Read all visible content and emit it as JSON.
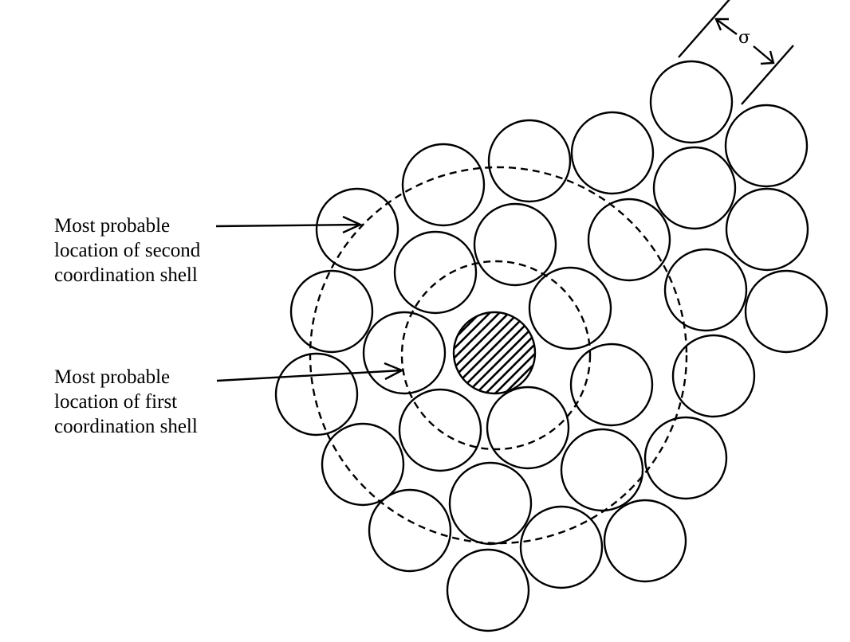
{
  "labels": {
    "second_shell": [
      "Most probable",
      "location of second",
      "coordination shell"
    ],
    "first_shell": [
      "Most probable",
      "location of first",
      "coordination shell"
    ],
    "diameter_symbol": "σ"
  },
  "colors": {
    "ink": "#000000",
    "background": "#ffffff"
  },
  "icons": {
    "central_molecule": "hatched-circle",
    "neighbor_molecule": "open-circle"
  }
}
